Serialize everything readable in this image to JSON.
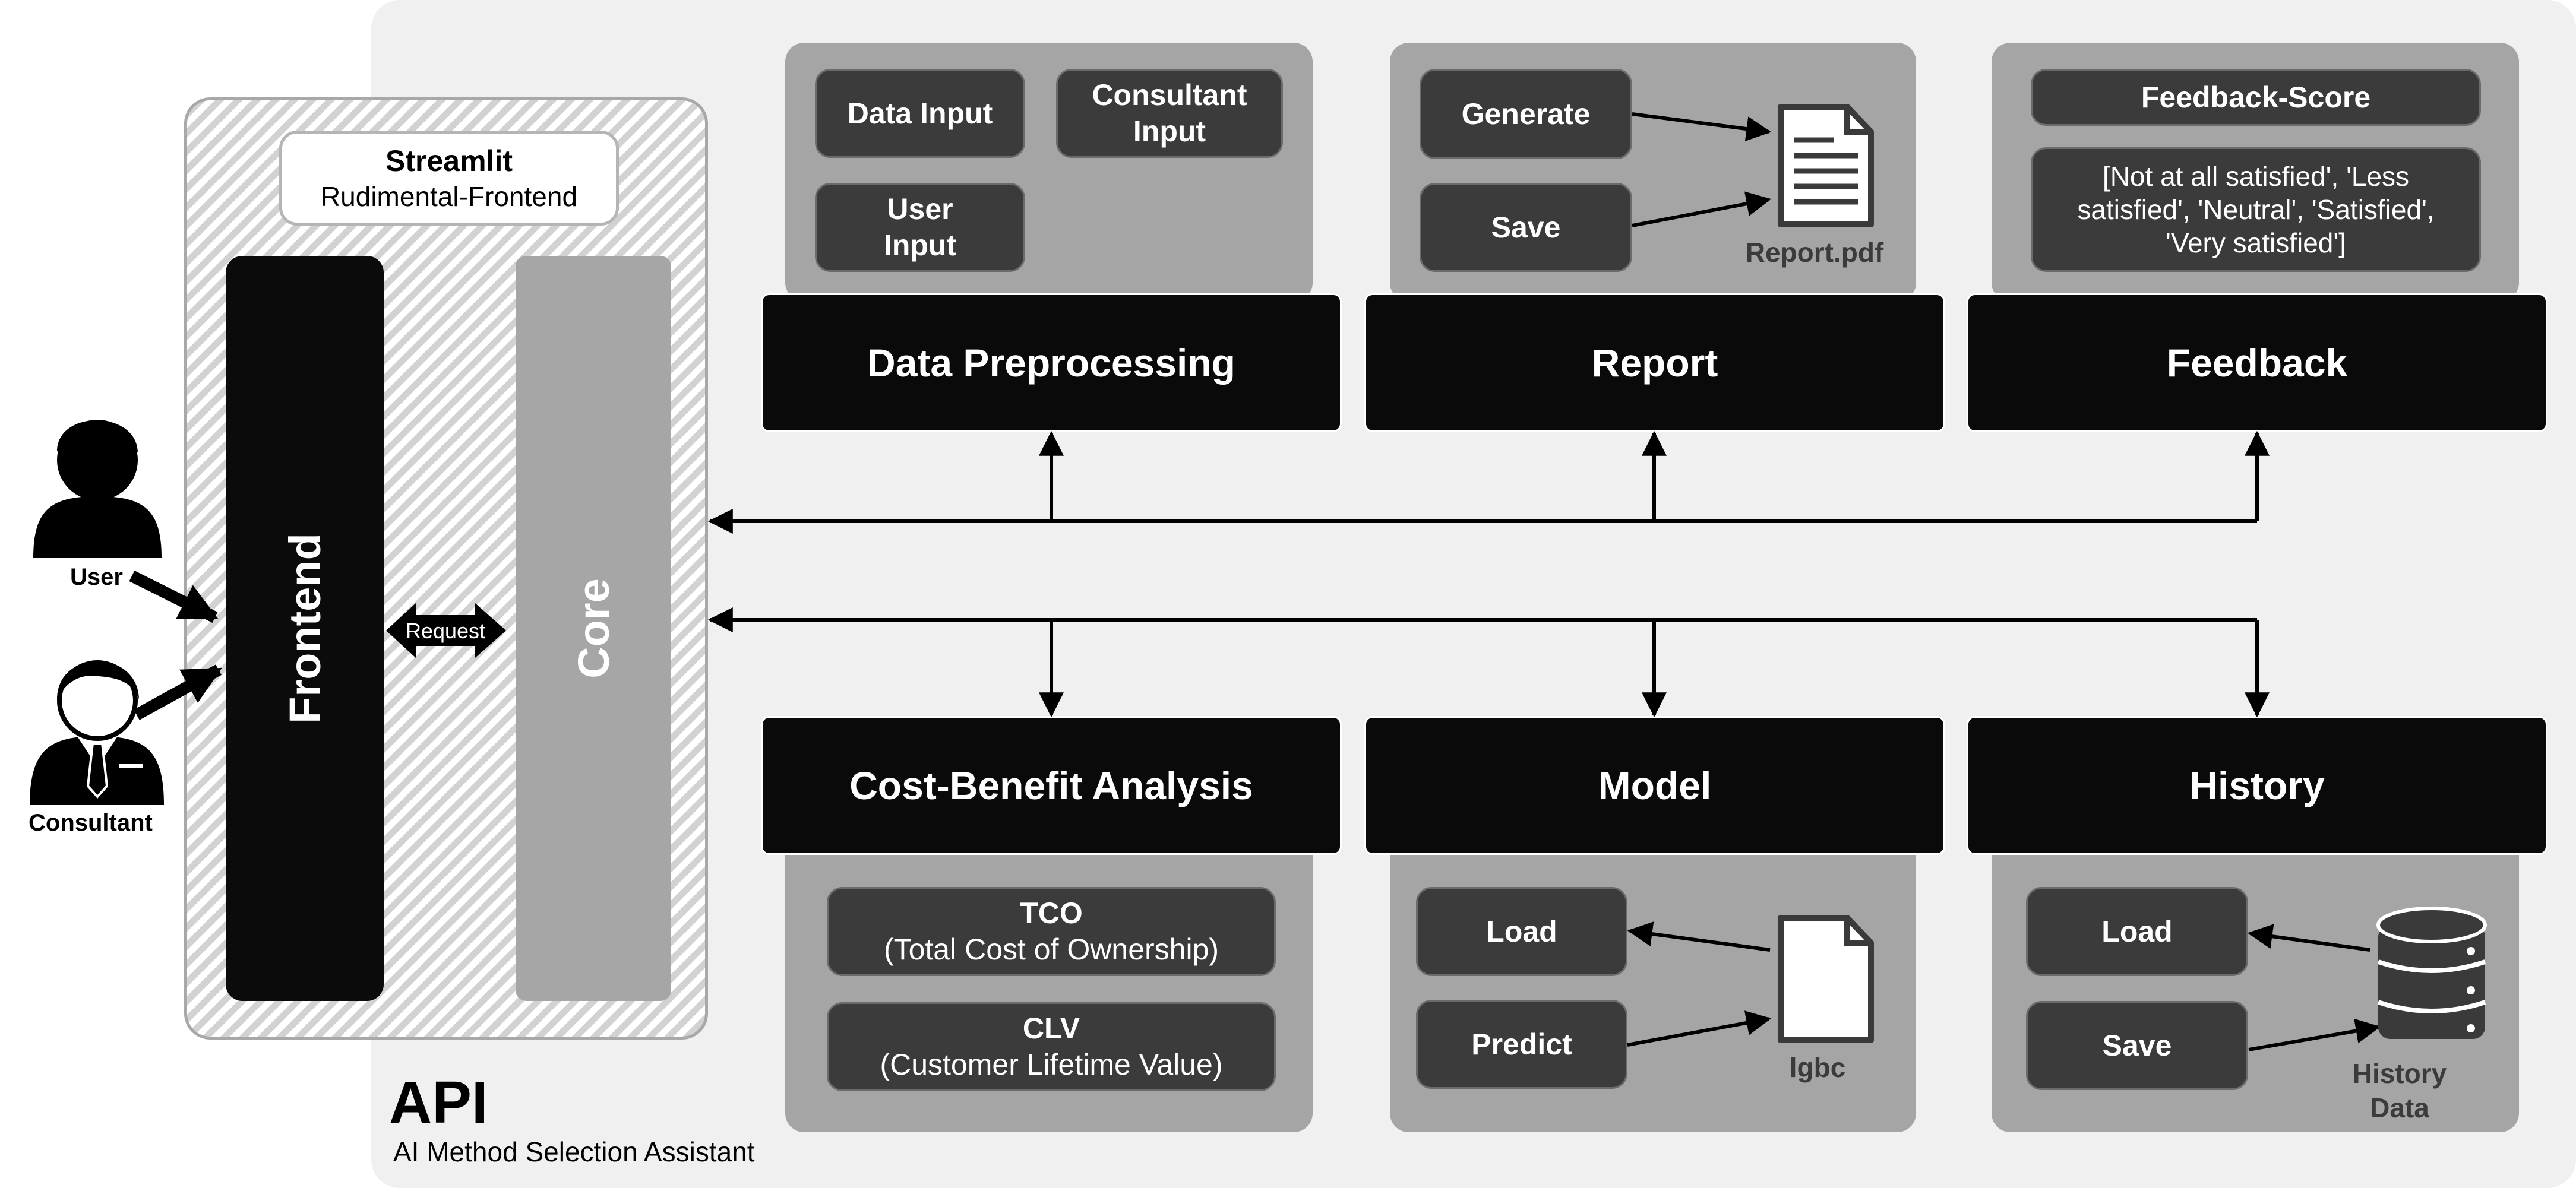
{
  "api": {
    "title": "API",
    "subtitle": "AI Method Selection Assistant"
  },
  "streamlit": {
    "title": "Streamlit",
    "subtitle": "Rudimental-Frontend"
  },
  "frontend_label": "Frontend",
  "core_label": "Core",
  "request_label": "Request",
  "actors": {
    "user": "User",
    "consultant": "Consultant"
  },
  "data_preprocessing": {
    "title": "Data Preprocessing",
    "data_input": "Data Input",
    "consultant_input": "Consultant Input",
    "user_input": "User Input"
  },
  "report": {
    "title": "Report",
    "generate": "Generate",
    "save": "Save",
    "file": "Report.pdf"
  },
  "feedback": {
    "title": "Feedback",
    "score": "Feedback-Score",
    "options": "[Not at all satisfied', 'Less satisfied', 'Neutral', 'Satisfied', 'Very satisfied']"
  },
  "cost_benefit": {
    "title": "Cost-Benefit Analysis",
    "tco": "TCO",
    "tco_full": "(Total Cost of Ownership)",
    "clv": "CLV",
    "clv_full": "(Customer Lifetime Value)"
  },
  "model": {
    "title": "Model",
    "load": "Load",
    "predict": "Predict",
    "file": "lgbc"
  },
  "history": {
    "title": "History",
    "load": "Load",
    "save": "Save",
    "store": "History Data"
  },
  "icons": [
    "user-icon",
    "consultant-icon",
    "document-icon",
    "file-icon",
    "database-icon"
  ]
}
